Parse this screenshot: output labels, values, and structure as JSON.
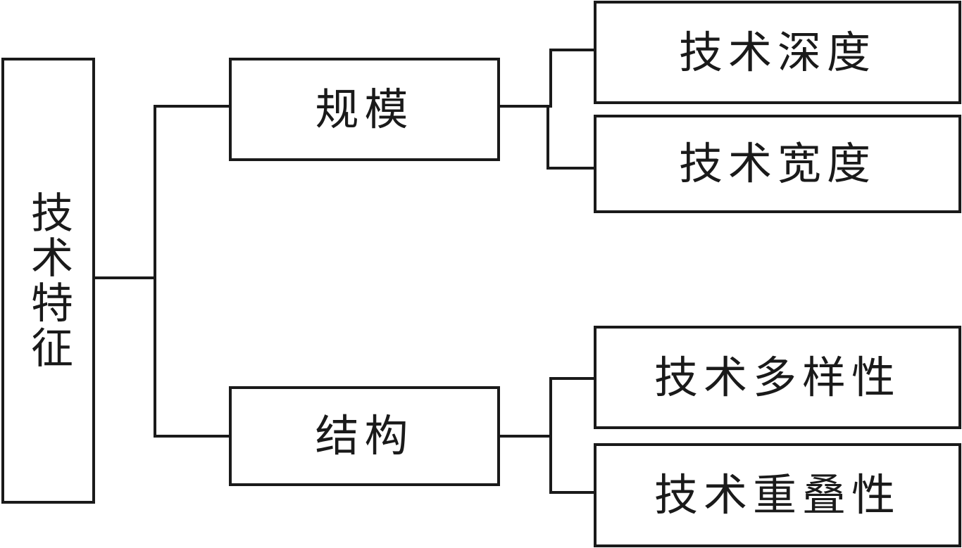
{
  "root": {
    "label": "技术特征"
  },
  "branches": [
    {
      "label": "规模",
      "leaves": [
        "技术深度",
        "技术宽度"
      ]
    },
    {
      "label": "结构",
      "leaves": [
        "技术多样性",
        "技术重叠性"
      ]
    }
  ]
}
